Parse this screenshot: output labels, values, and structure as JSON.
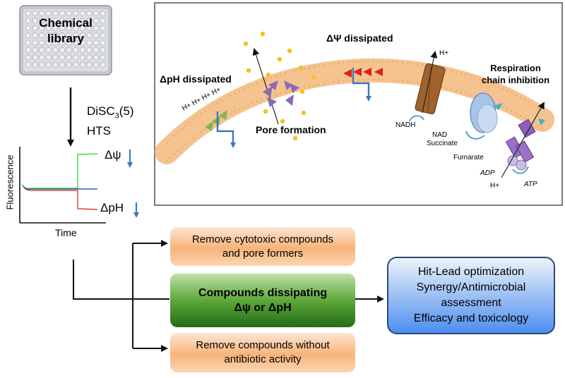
{
  "plate": {
    "label_line1": "Chemical",
    "label_line2": "library"
  },
  "screen": {
    "assay_line1_main": "DiSC",
    "assay_line1_sub": "3",
    "assay_line1_rest": "(5)",
    "assay_line2": "HTS"
  },
  "trace_plot": {
    "ylabel": "Fluorescence",
    "xlabel": "Time",
    "psi_label": "Δψ",
    "ph_label": "ΔpH",
    "colors": {
      "green": "#22cc22",
      "blue": "#2233cc",
      "red": "#cc2222",
      "arrow": "#3a78c2"
    }
  },
  "membrane_panel": {
    "dph_label": "ΔpH dissipated",
    "dpsi_label": "ΔΨ dissipated",
    "pore_label": "Pore formation",
    "resp_line1": "Respiration",
    "resp_line2": "chain inhibition",
    "protons": [
      "H+",
      "H+",
      "H+",
      "H+"
    ],
    "h_plus_complex": "H+",
    "nadh": "NADH",
    "nad": "NAD",
    "succinate": "Succinate",
    "fumarate": "Fumarate",
    "adp": "ADP",
    "h_plus_atp": "H+",
    "atp": "ATP"
  },
  "flow": {
    "remove_cytotoxic_line1": "Remove cytotoxic compounds",
    "remove_cytotoxic_line2": "and pore formers",
    "center_line1": "Compounds dissipating",
    "center_line2": "Δψ or ΔpH",
    "remove_inactive_line1": "Remove compounds without",
    "remove_inactive_line2": "antibiotic activity",
    "hit_line1": "Hit-Lead optimization",
    "hit_line2": "Synergy/Antimicrobial",
    "hit_line3": "assessment",
    "hit_line4": "Efficacy and toxicology"
  }
}
